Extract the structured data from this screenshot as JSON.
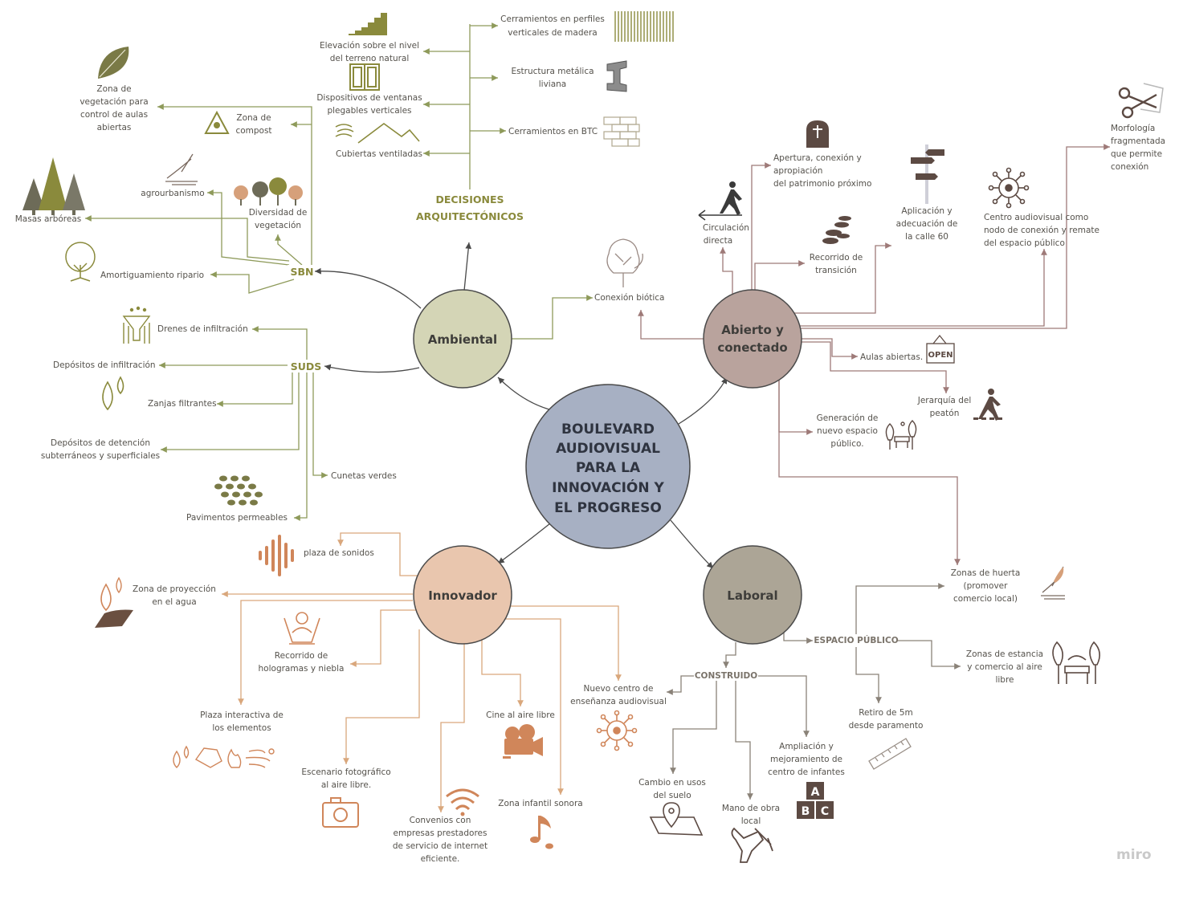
{
  "central": {
    "lines": [
      "BOULEVARD",
      "AUDIOVISUAL",
      "PARA LA",
      "INNOVACIÓN Y",
      "EL PROGRESO"
    ]
  },
  "hubs": {
    "ambiental": "Ambiental",
    "abierto": [
      "Abierto y",
      "conectado"
    ],
    "innovador": "Innovador",
    "laboral": "Laboral"
  },
  "sections": {
    "decisiones": [
      "DECISIONES",
      "ARQUITECTÓNICOS"
    ],
    "sbn": "SBN",
    "suds": "SUDS",
    "construido": "CONSTRUIDO",
    "espacio_publico": "ESPACIO PÚBLICO"
  },
  "decisiones_items": {
    "elevacion": [
      "Elevación sobre el nivel",
      "del terreno natural"
    ],
    "ventanas": [
      "Dispositivos de ventanas",
      "plegables verticales"
    ],
    "cubiertas": "Cubiertas ventiladas",
    "cerramientos_madera": [
      "Cerramientos en perfiles",
      "verticales de madera"
    ],
    "estructura": [
      "Estructura metálica",
      "liviana"
    ],
    "btc": "Cerramientos en BTC"
  },
  "sbn_items": {
    "zona_vegetacion": [
      "Zona de",
      "vegetación para",
      "control de aulas",
      "abiertas"
    ],
    "compost": [
      "Zona de",
      "compost"
    ],
    "agrourbanismo": "agrourbanismo",
    "diversidad": [
      "Diversidad de",
      "vegetación"
    ],
    "masas": "Masas arbóreas",
    "amortiguamiento": "Amortiguamiento ripario"
  },
  "suds_items": {
    "drenes": "Drenes de infiltración",
    "depositos_inf": "Depósitos de infiltración",
    "zanjas": "Zanjas filtrantes",
    "detencion": [
      "Depósitos de detención",
      "subterráneos y superficiales"
    ],
    "cunetas": "Cunetas verdes",
    "pavimentos": "Pavimentos permeables"
  },
  "ambiental_items": {
    "conexion_biotica": "Conexión biótica"
  },
  "abierto_items": {
    "circulacion": [
      "Circulación",
      "directa"
    ],
    "apertura": [
      "Apertura, conexión y",
      "apropiación",
      "del patrimonio próximo"
    ],
    "recorrido_transicion": [
      "Recorrido de",
      "transición"
    ],
    "calle60": [
      "Aplicación y",
      "adecuación de",
      "la calle 60"
    ],
    "centro_audiovisual": [
      "Centro audiovisual como",
      "nodo de conexión y remate",
      "del espacio público"
    ],
    "morfologia": [
      "Morfología",
      "fragmentada",
      "que permite",
      "conexión"
    ],
    "aulas": "Aulas abiertas.",
    "open_sign": "OPEN",
    "jerarquia": [
      "Jerarquía del",
      "peatón"
    ],
    "generacion": [
      "Generación de",
      "nuevo espacio",
      "público."
    ],
    "huerta": [
      "Zonas de huerta",
      "(promover",
      "comercio local)"
    ]
  },
  "innovador_items": {
    "plaza_sonidos": "plaza de sonidos",
    "proyeccion": [
      "Zona de proyección",
      "en el agua"
    ],
    "hologramas": [
      "Recorrido de",
      "hologramas y niebla"
    ],
    "plaza_interactiva": [
      "Plaza interactiva de",
      "los elementos"
    ],
    "escenario": [
      "Escenario fotográfico",
      "al aire libre."
    ],
    "convenios": [
      "Convenios con",
      "empresas prestadores",
      "de servicio de internet",
      "eficiente."
    ],
    "cine": "Cine al aire libre",
    "zona_infantil": "Zona infantil sonora",
    "nuevo_centro": [
      "Nuevo centro de",
      "enseñanza audiovisual"
    ]
  },
  "laboral_items": {
    "cambio_usos": [
      "Cambio en usos",
      "del suelo"
    ],
    "mano_obra": [
      "Mano de obra",
      "local"
    ],
    "ampliacion": [
      "Ampliación y",
      "mejoramiento de",
      "centro de infantes"
    ],
    "retiro": [
      "Retiro de 5m",
      "desde paramento"
    ],
    "estancia": [
      "Zonas de estancia",
      "y comercio al aire",
      "libre"
    ]
  },
  "abc_letters": [
    "A",
    "B",
    "C"
  ],
  "watermark": "miro",
  "colors": {
    "olive": "#8a8a3c",
    "olive_line": "#8e9a5a",
    "rose_line": "#9e7a78",
    "peach_line": "#d9a77c",
    "brown_line": "#8a8278",
    "center_fill": "#a7b0c3",
    "ambiental_fill": "#d4d5b6",
    "abierto_fill": "#b9a39d",
    "innovador_fill": "#e9c6ae",
    "laboral_fill": "#aca596",
    "icon_orange": "#d0865a",
    "icon_dark": "#5c4a43"
  }
}
